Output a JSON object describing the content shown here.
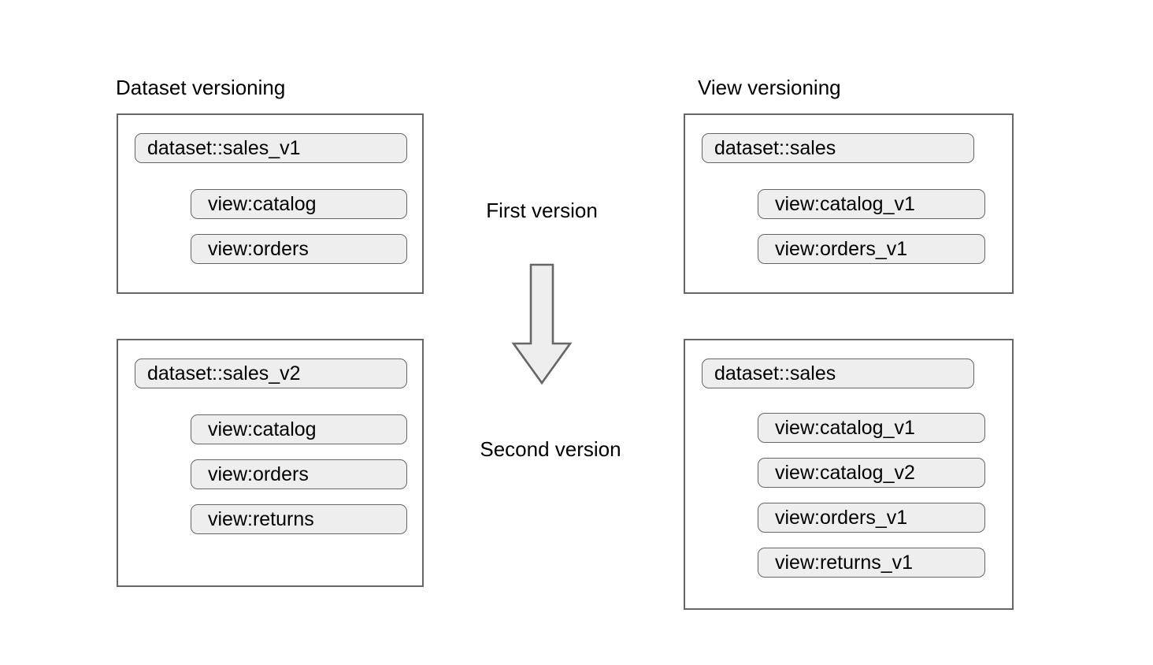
{
  "diagram": {
    "title_left": "Dataset versioning",
    "title_right": "View versioning",
    "center": {
      "first_label": "First version",
      "second_label": "Second version",
      "arrow_icon": "down-arrow-icon"
    },
    "colors": {
      "background": "#ffffff",
      "box_border": "#666666",
      "pill_fill": "#eeeeee",
      "pill_border": "#666666",
      "arrow_fill": "#eeeeee",
      "arrow_stroke": "#666666",
      "text": "#000000"
    },
    "groups": [
      {
        "id": "dataset-v1",
        "column": "Dataset versioning",
        "stage": "First version",
        "dataset": "dataset::sales_v1",
        "views": [
          "view:catalog",
          "view:orders"
        ]
      },
      {
        "id": "dataset-v2",
        "column": "Dataset versioning",
        "stage": "Second version",
        "dataset": "dataset::sales_v2",
        "views": [
          "view:catalog",
          "view:orders",
          "view:returns"
        ]
      },
      {
        "id": "view-v1",
        "column": "View versioning",
        "stage": "First version",
        "dataset": "dataset::sales",
        "views": [
          "view:catalog_v1",
          "view:orders_v1"
        ]
      },
      {
        "id": "view-v2",
        "column": "View versioning",
        "stage": "Second version",
        "dataset": "dataset::sales",
        "views": [
          "view:catalog_v1",
          "view:catalog_v2",
          "view:orders_v1",
          "view:returns_v1"
        ]
      }
    ]
  }
}
